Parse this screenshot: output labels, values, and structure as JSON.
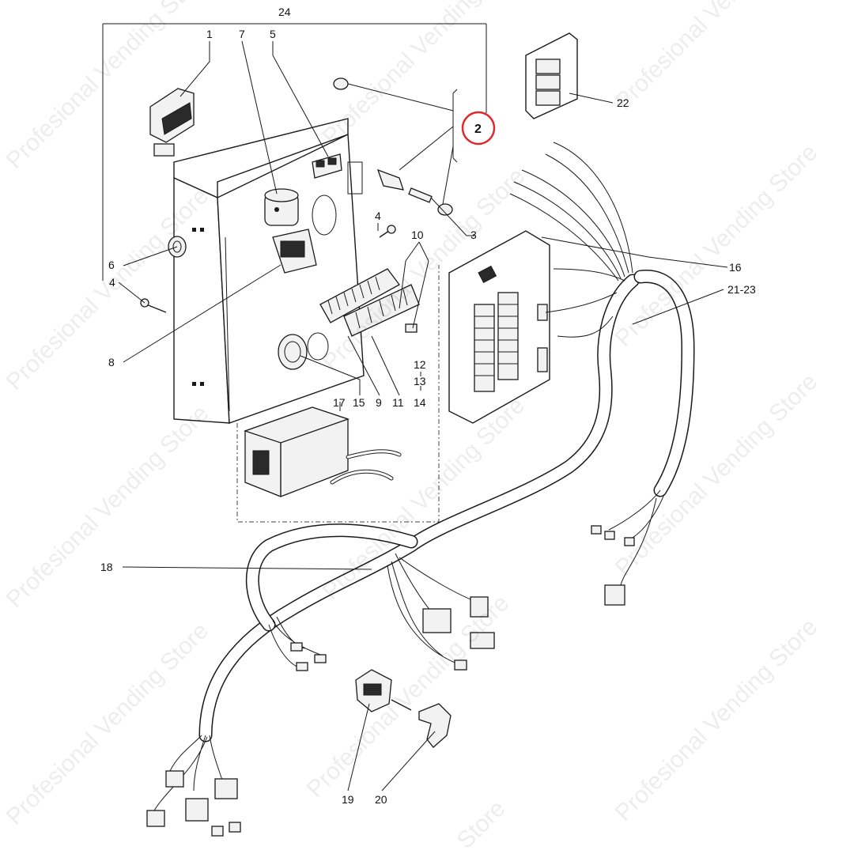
{
  "callouts": {
    "c1": "1",
    "c2": "2",
    "c3": "3",
    "c4a": "4",
    "c4b": "4",
    "c5": "5",
    "c6": "6",
    "c7": "7",
    "c8": "8",
    "c9": "9",
    "c10": "10",
    "c11": "11",
    "c12": "12",
    "c13": "13",
    "c14": "14",
    "c15": "15",
    "c16": "16",
    "c17": "17",
    "c18": "18",
    "c19": "19",
    "c20": "20",
    "c22": "22",
    "c21_23": "21-23",
    "c24": "24"
  },
  "highlighted_callout": "2",
  "highlight_color": "#e0282e",
  "watermark": "Profesional Vending Store",
  "watermark_partial": "Store"
}
